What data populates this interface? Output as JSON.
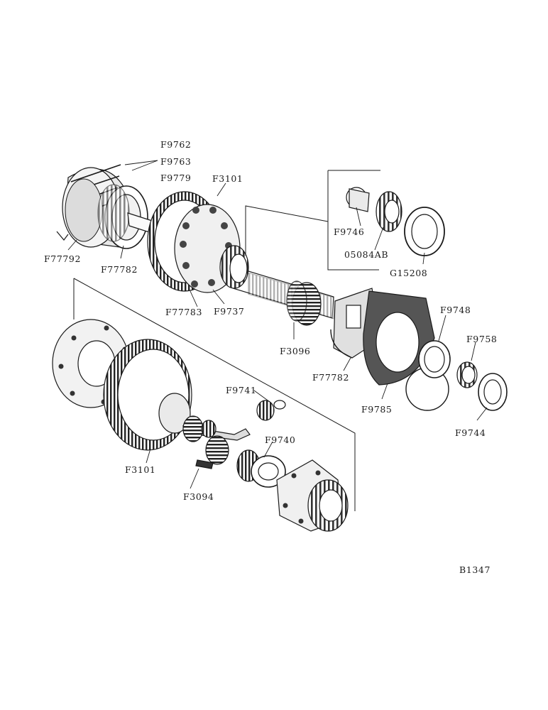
{
  "labels": {
    "F9762": "F9762",
    "F9763": "F9763",
    "F9779": "F9779",
    "F3101_top": "F3101",
    "F77792": "F77792",
    "F77782_left": "F77782",
    "F9746": "F9746",
    "05084AB": "05084AB",
    "G15208": "G15208",
    "F77783": "F77783",
    "F9737": "F9737",
    "F3096": "F3096",
    "F9748": "F9748",
    "F9758": "F9758",
    "F77782_right": "F77782",
    "F9785": "F9785",
    "F9744": "F9744",
    "F9741": "F9741",
    "F9740": "F9740",
    "F3101_bottom": "F3101",
    "F3094": "F3094"
  },
  "reference_code": "B1347",
  "colors": {
    "ink": "#1a1a1a",
    "shade": "#3a3a3a",
    "paper": "#ffffff"
  }
}
